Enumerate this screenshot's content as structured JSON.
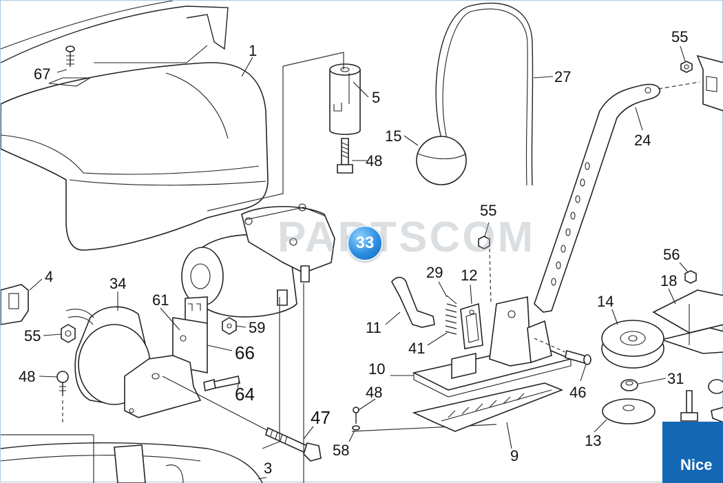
{
  "watermark": {
    "text": "PARTSCOM"
  },
  "highlight": {
    "label": "33"
  },
  "brand": {
    "name": "Nice"
  },
  "callouts": [
    {
      "id": "1",
      "text": "1"
    },
    {
      "id": "67",
      "text": "67"
    },
    {
      "id": "5",
      "text": "5"
    },
    {
      "id": "48a",
      "text": "48"
    },
    {
      "id": "15",
      "text": "15"
    },
    {
      "id": "27",
      "text": "27"
    },
    {
      "id": "55a",
      "text": "55"
    },
    {
      "id": "24",
      "text": "24"
    },
    {
      "id": "4",
      "text": "4"
    },
    {
      "id": "34",
      "text": "34"
    },
    {
      "id": "61",
      "text": "61"
    },
    {
      "id": "59",
      "text": "59"
    },
    {
      "id": "66",
      "text": "66"
    },
    {
      "id": "55b",
      "text": "55"
    },
    {
      "id": "48b",
      "text": "48"
    },
    {
      "id": "64",
      "text": "64"
    },
    {
      "id": "47",
      "text": "47"
    },
    {
      "id": "3",
      "text": "3"
    },
    {
      "id": "55c",
      "text": "55"
    },
    {
      "id": "29",
      "text": "29"
    },
    {
      "id": "12",
      "text": "12"
    },
    {
      "id": "11",
      "text": "11"
    },
    {
      "id": "41",
      "text": "41"
    },
    {
      "id": "10",
      "text": "10"
    },
    {
      "id": "46",
      "text": "46"
    },
    {
      "id": "48c",
      "text": "48"
    },
    {
      "id": "58",
      "text": "58"
    },
    {
      "id": "9",
      "text": "9"
    },
    {
      "id": "56",
      "text": "56"
    },
    {
      "id": "18",
      "text": "18"
    },
    {
      "id": "14",
      "text": "14"
    },
    {
      "id": "31",
      "text": "31"
    },
    {
      "id": "13",
      "text": "13"
    }
  ]
}
